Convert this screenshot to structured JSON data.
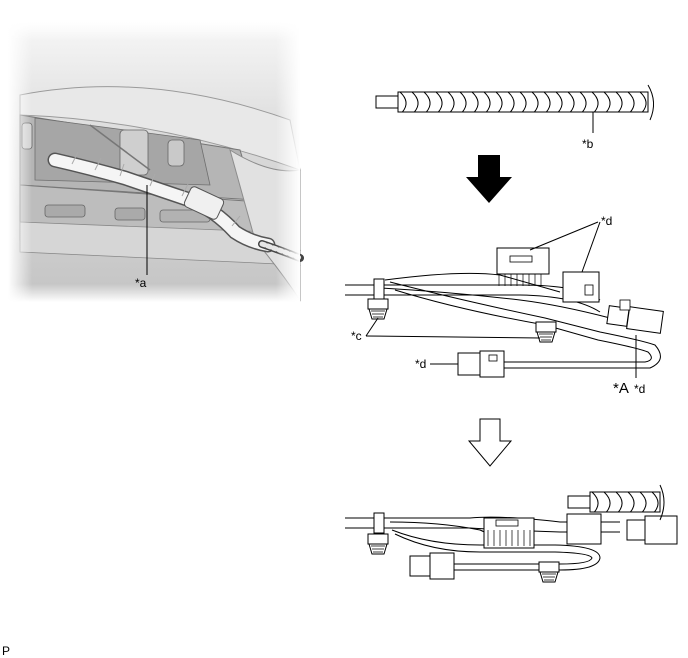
{
  "labels": {
    "a": "*a",
    "b": "*b",
    "c": "*c",
    "d_top": "*d",
    "d_left": "*d",
    "d_right": "*d",
    "A": "*A"
  },
  "footer": "P"
}
